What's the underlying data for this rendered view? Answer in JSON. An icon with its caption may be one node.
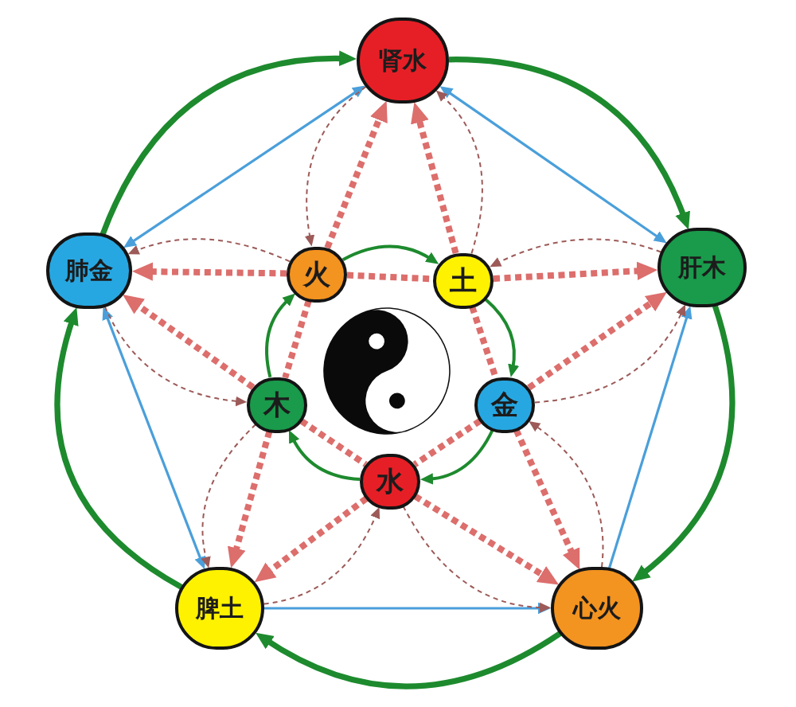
{
  "diagram": {
    "nodes": [
      {
        "text": [
          "肾水"
        ]
      },
      {
        "text": [
          "肺金"
        ]
      },
      {
        "text": [
          "火"
        ]
      },
      {
        "text": [
          "土"
        ]
      },
      {
        "text": [
          "肝木"
        ]
      },
      {
        "text": [
          "木"
        ]
      },
      {
        "text": [
          "金"
        ]
      },
      {
        "text": [
          "水"
        ]
      },
      {
        "text": [
          "脾土"
        ]
      },
      {
        "text": [
          "心火"
        ]
      }
    ],
    "edges": [
      {
        "from": 1,
        "to": 0,
        "arrow": "to",
        "style": "thick",
        "color": "#1d8a2e"
      },
      {
        "from": 0,
        "to": 4,
        "arrow": "to",
        "style": "thick",
        "color": "#1d8a2e"
      },
      {
        "from": 4,
        "to": 9,
        "arrow": "to",
        "style": "thick",
        "color": "#1d8a2e"
      },
      {
        "from": 9,
        "to": 8,
        "arrow": "to",
        "style": "thick",
        "color": "#1d8a2e"
      },
      {
        "from": 8,
        "to": 1,
        "arrow": "to",
        "style": "thick",
        "color": "#1d8a2e"
      },
      {
        "from": 2,
        "to": 3,
        "arrow": "to",
        "color": "#1d8a2e"
      },
      {
        "from": 3,
        "to": 6,
        "arrow": "to",
        "color": "#1d8a2e"
      },
      {
        "from": 6,
        "to": 7,
        "arrow": "to",
        "color": "#1d8a2e"
      },
      {
        "from": 7,
        "to": 5,
        "arrow": "to",
        "color": "#1d8a2e"
      },
      {
        "from": 5,
        "to": 2,
        "arrow": "to",
        "color": "#1d8a2e"
      },
      {
        "from": 0,
        "to": 1,
        "arrow": "both",
        "color": "#4a9fda"
      },
      {
        "from": 0,
        "to": 4,
        "arrow": "both",
        "color": "#4a9fda"
      },
      {
        "from": 1,
        "to": 8,
        "arrow": "both",
        "color": "#4a9fda"
      },
      {
        "from": 8,
        "to": 9,
        "arrow": "to",
        "color": "#4a9fda"
      },
      {
        "from": 9,
        "to": 4,
        "arrow": "to",
        "color": "#4a9fda"
      },
      {
        "from": 2,
        "to": 1,
        "arrow": "to",
        "style": "dashed"
      },
      {
        "from": 2,
        "to": 3,
        "arrow": "none",
        "style": "dashed"
      },
      {
        "from": 3,
        "to": 4,
        "arrow": "to",
        "style": "dashed"
      },
      {
        "from": 2,
        "to": 0,
        "arrow": "to",
        "style": "dashed"
      },
      {
        "from": 2,
        "to": 5,
        "arrow": "none",
        "style": "dashed"
      },
      {
        "from": 5,
        "to": 8,
        "arrow": "to",
        "style": "dashed"
      },
      {
        "from": 3,
        "to": 0,
        "arrow": "to",
        "style": "dashed"
      },
      {
        "from": 3,
        "to": 6,
        "arrow": "none",
        "style": "dashed"
      },
      {
        "from": 6,
        "to": 9,
        "arrow": "to",
        "style": "dashed"
      },
      {
        "from": 5,
        "to": 1,
        "arrow": "to",
        "style": "dashed"
      },
      {
        "from": 5,
        "to": 7,
        "arrow": "none",
        "style": "dashed"
      },
      {
        "from": 7,
        "to": 9,
        "arrow": "to",
        "style": "dashed"
      },
      {
        "from": 6,
        "to": 4,
        "arrow": "to",
        "style": "dashed"
      },
      {
        "from": 6,
        "to": 7,
        "arrow": "none",
        "style": "dashed"
      },
      {
        "from": 7,
        "to": 8,
        "arrow": "to",
        "style": "dashed"
      },
      {
        "from": 0,
        "to": 2,
        "arrow": "to",
        "style": "dashed",
        "color": "#9c5a58"
      },
      {
        "from": 3,
        "to": 0,
        "arrow": "to",
        "style": "dashed",
        "color": "#9c5a58"
      },
      {
        "from": 2,
        "to": 1,
        "arrow": "to",
        "style": "dashed",
        "color": "#9c5a58"
      },
      {
        "from": 1,
        "to": 5,
        "arrow": "to",
        "style": "dashed",
        "color": "#9c5a58"
      },
      {
        "from": 4,
        "to": 3,
        "arrow": "to",
        "style": "dashed",
        "color": "#9c5a58"
      },
      {
        "from": 6,
        "to": 4,
        "arrow": "to",
        "style": "dashed",
        "color": "#9c5a58"
      },
      {
        "from": 5,
        "to": 8,
        "arrow": "to",
        "style": "dashed",
        "color": "#9c5a58"
      },
      {
        "from": 8,
        "to": 7,
        "arrow": "to",
        "style": "dashed",
        "color": "#9c5a58"
      },
      {
        "from": 7,
        "to": 9,
        "arrow": "to",
        "style": "dashed",
        "color": "#9c5a58"
      },
      {
        "from": 9,
        "to": 6,
        "arrow": "to",
        "style": "dashed",
        "color": "#9c5a58"
      }
    ]
  }
}
